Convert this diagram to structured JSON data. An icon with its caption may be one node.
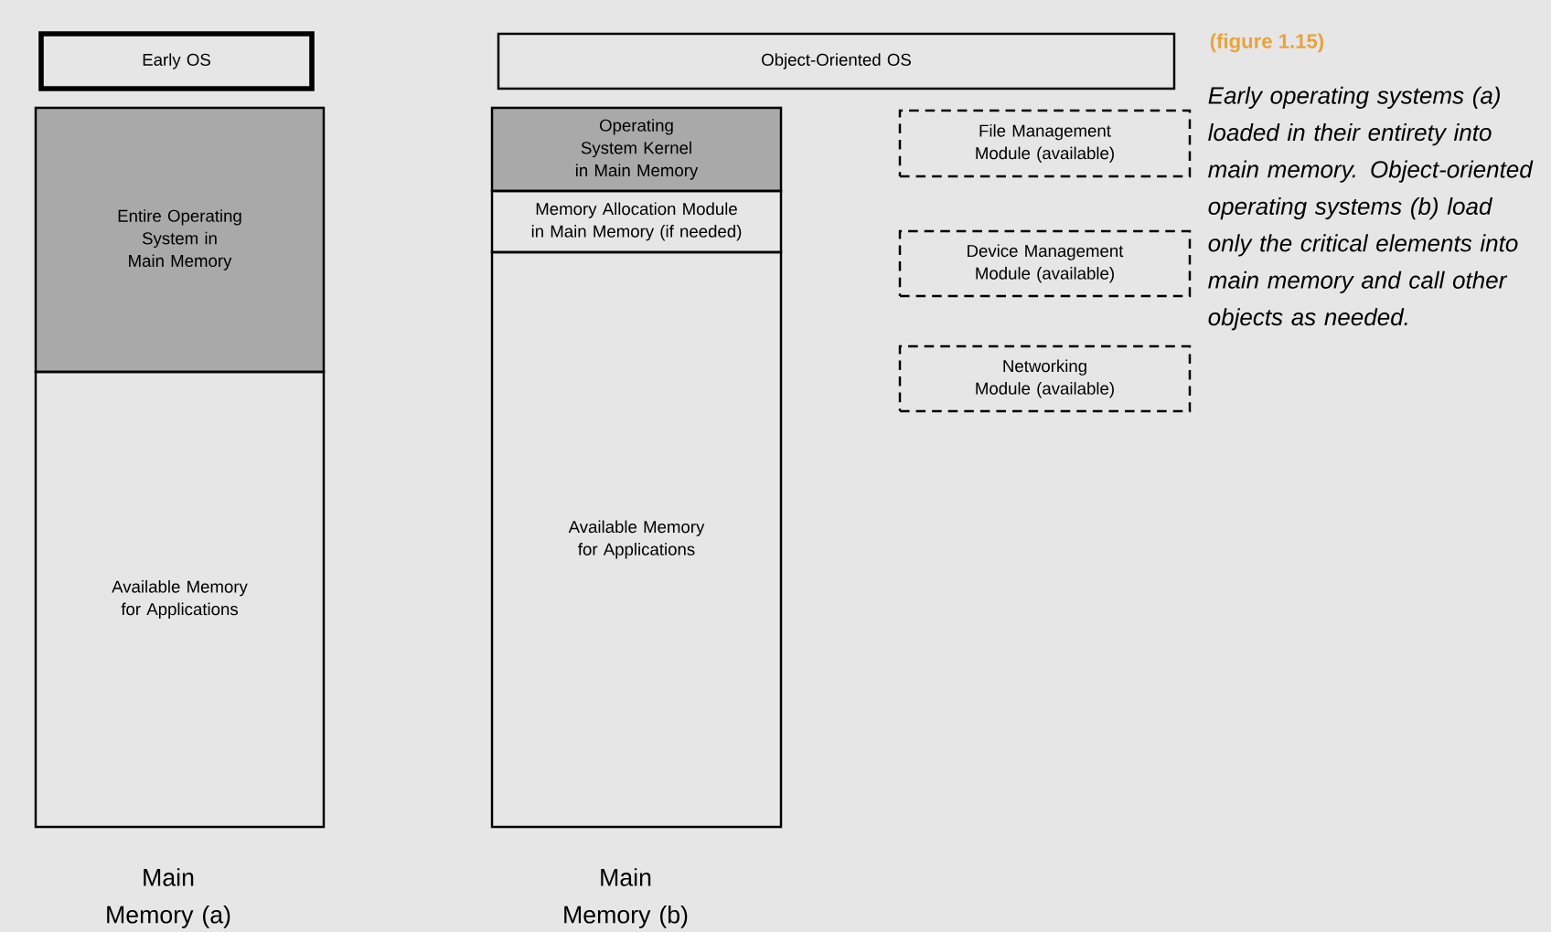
{
  "diagram": {
    "caption": "*Early operating systems (a) loaded in their entirety into main memory. Object-oriented operating systems (b) load only the critical elements into main memory and call other objects as needed.*",
    "nodes": [
      {
        "text": [
          "Early OS"
        ]
      },
      {
        "text": [
          "Entire Operating System in Main Memory"
        ]
      },
      {
        "text": [
          "Available Memory for Applications"
        ]
      },
      {
        "text": [
          "Object-Oriented OS"
        ]
      },
      {
        "text": [
          "Operating System Kernel in Main Memory"
        ]
      },
      {
        "text": [
          "Memory Allocation Module in Main Memory (if needed)"
        ]
      },
      {
        "text": [
          "Available Memory for Applications"
        ]
      },
      {
        "text": [
          "File Management Module (available)"
        ]
      },
      {
        "text": [
          "Device Management Module (available)"
        ]
      },
      {
        "text": [
          "Networking Module (available)"
        ]
      }
    ],
    "labels": [
      "Main Memory (a)",
      "Main Memory (b)",
      "(figure 1.15)"
    ]
  }
}
